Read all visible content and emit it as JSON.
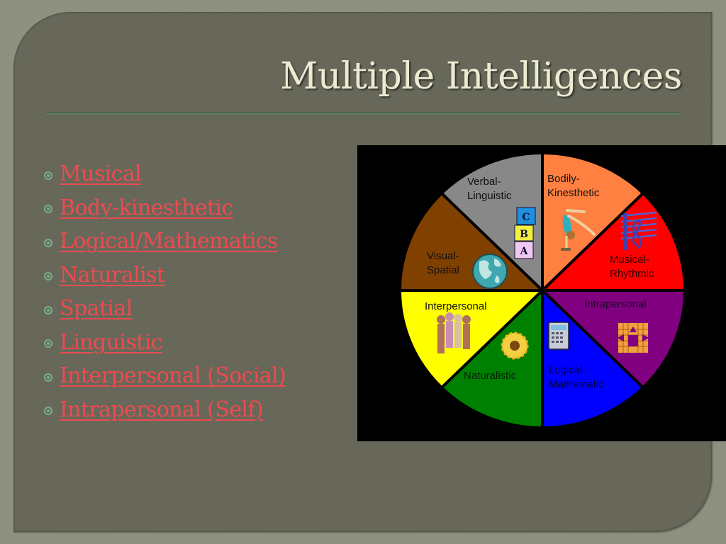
{
  "slide": {
    "title": "Multiple Intelligences",
    "colors": {
      "background": "#8e917f",
      "panel": "#676859",
      "title_text": "#ecebd2",
      "rule": "#5d7a5e",
      "link_text": "#ee4a50",
      "bullet": "#74b08a"
    }
  },
  "bullets": [
    {
      "label": "Musical",
      "icon": "circle-bullet-icon"
    },
    {
      "label": "Body-kinesthetic",
      "icon": "circle-bullet-icon"
    },
    {
      "label": "Logical/Mathematics",
      "icon": "circle-bullet-icon"
    },
    {
      "label": "Naturalist",
      "icon": "circle-bullet-icon"
    },
    {
      "label": "Spatial",
      "icon": "circle-bullet-icon"
    },
    {
      "label": "Linguistic",
      "icon": "circle-bullet-icon"
    },
    {
      "label": "Interpersonal (Social)",
      "icon": "circle-bullet-icon"
    },
    {
      "label": "Intrapersonal (Self)",
      "icon": "circle-bullet-icon"
    }
  ],
  "chart_data": {
    "type": "pie",
    "title": "",
    "categories": [
      "Bodily-Kinesthetic",
      "Musical-Rhythmic",
      "Intrapersonal",
      "Logical-Mathematic",
      "Naturalistic",
      "Interpersonal",
      "Visual-Spatial",
      "Verbal-Linguistic"
    ],
    "values": [
      12.5,
      12.5,
      12.5,
      12.5,
      12.5,
      12.5,
      12.5,
      12.5
    ],
    "colors": [
      "#ff8040",
      "#ff0000",
      "#800080",
      "#0000ff",
      "#008000",
      "#ffff00",
      "#804000",
      "#888888"
    ],
    "icons": [
      "gymnast-icon",
      "music-staff-icon",
      "grid-arrows-icon",
      "calculator-icon",
      "sunflower-icon",
      "people-group-icon",
      "globe-icon",
      "abc-blocks-icon"
    ],
    "labels": {
      "bodily": [
        "Bodily-",
        "Kinesthetic"
      ],
      "musical": [
        "Musical-",
        "Rhythmic"
      ],
      "intrapersonal": [
        "Intrapersonal"
      ],
      "logical": [
        "Logical-",
        "Mathematic"
      ],
      "naturalistic": [
        "Naturalistic"
      ],
      "interpersonal": [
        "Interpersonal"
      ],
      "visual": [
        "Visual-",
        "Spatial"
      ],
      "verbal": [
        "Verbal-",
        "Linguistic"
      ]
    },
    "blocks": [
      "C",
      "B",
      "A"
    ],
    "background": "#000000",
    "legend": "none"
  }
}
